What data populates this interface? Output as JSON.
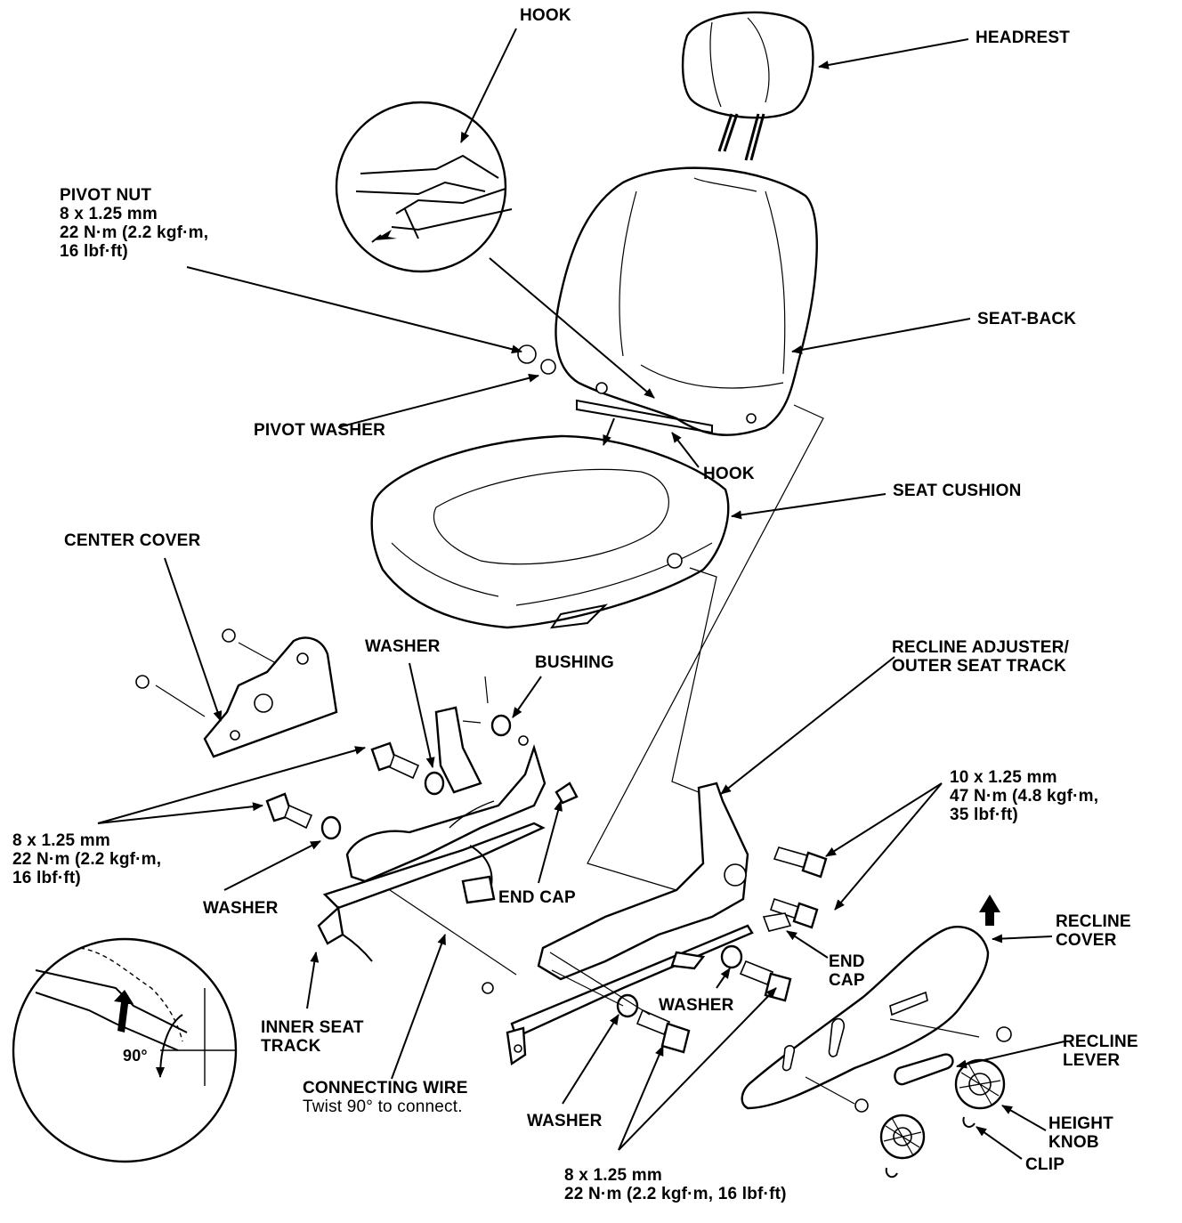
{
  "labels": {
    "hook_top": "HOOK",
    "headrest": "HEADREST",
    "pivot_nut": [
      "PIVOT NUT",
      "8 x 1.25 mm",
      "22 N·m (2.2 kgf·m,",
      "16 lbf·ft)"
    ],
    "seat_back": "SEAT-BACK",
    "pivot_washer": "PIVOT WASHER",
    "hook_bottom": "HOOK",
    "seat_cushion": "SEAT CUSHION",
    "center_cover": "CENTER COVER",
    "washer_upper": "WASHER",
    "bushing": "BUSHING",
    "recline_adjuster": [
      "RECLINE ADJUSTER/",
      "OUTER SEAT TRACK"
    ],
    "bolt_10mm": [
      "10 x 1.25 mm",
      "47 N·m (4.8 kgf·m,",
      "35 lbf·ft)"
    ],
    "bolt_8mm_left": [
      "8 x 1.25 mm",
      "22 N·m (2.2 kgf·m,",
      "16 lbf·ft)"
    ],
    "washer_left": "WASHER",
    "end_cap_mid": "END CAP",
    "end_cap_right": [
      "END",
      "CAP"
    ],
    "recline_cover": [
      "RECLINE",
      "COVER"
    ],
    "inner_seat_track": [
      "INNER SEAT",
      "TRACK"
    ],
    "washer_mid_right": "WASHER",
    "recline_lever": [
      "RECLINE",
      "LEVER"
    ],
    "connecting_wire": "CONNECTING WIRE",
    "connecting_wire_note": "Twist 90° to connect.",
    "washer_bottom": "WASHER",
    "height_knob": [
      "HEIGHT",
      "KNOB"
    ],
    "clip": "CLIP",
    "bolt_8mm_bottom": [
      "8 x 1.25 mm",
      "22 N·m (2.2 kgf·m, 16 lbf·ft)"
    ],
    "angle_90": "90°"
  }
}
